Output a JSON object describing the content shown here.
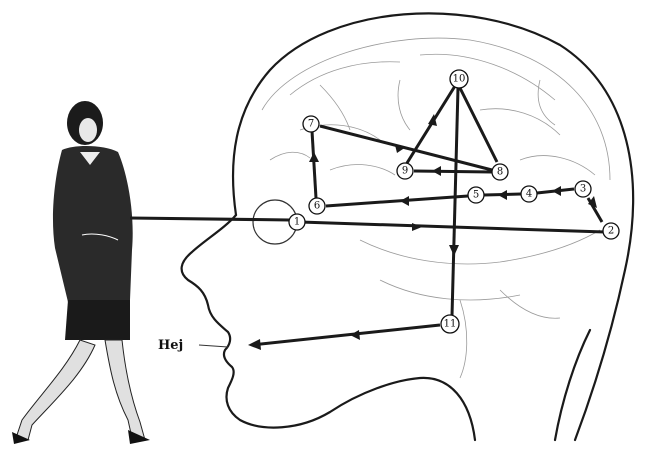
{
  "speech": {
    "text": "Hej"
  },
  "nodes": [
    {
      "id": "1",
      "label": "1"
    },
    {
      "id": "2",
      "label": "2"
    },
    {
      "id": "3",
      "label": "3"
    },
    {
      "id": "4",
      "label": "4"
    },
    {
      "id": "5",
      "label": "5"
    },
    {
      "id": "6",
      "label": "6"
    },
    {
      "id": "7",
      "label": "7"
    },
    {
      "id": "8",
      "label": "8"
    },
    {
      "id": "9",
      "label": "9"
    },
    {
      "id": "10",
      "label": "10"
    },
    {
      "id": "11",
      "label": "11"
    }
  ],
  "edges": [
    {
      "from": "1",
      "to": "2"
    },
    {
      "from": "2",
      "to": "3"
    },
    {
      "from": "3",
      "to": "4"
    },
    {
      "from": "4",
      "to": "5"
    },
    {
      "from": "5",
      "to": "6"
    },
    {
      "from": "6",
      "to": "7"
    },
    {
      "from": "7",
      "to": "8"
    },
    {
      "from": "8",
      "to": "9"
    },
    {
      "from": "9",
      "to": "10"
    },
    {
      "from": "10",
      "to": "11"
    },
    {
      "from": "11",
      "to": "mouth"
    }
  ]
}
